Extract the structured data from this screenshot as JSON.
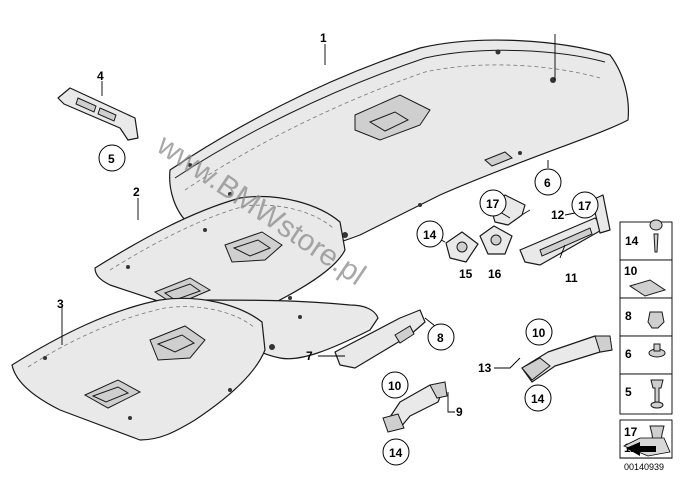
{
  "labels": {
    "l1": "1",
    "l2": "2",
    "l3": "3",
    "l4": "4",
    "l5": "5",
    "l6": "6",
    "l7": "7",
    "l8": "8",
    "l9": "9",
    "l11": "11",
    "l13": "13",
    "l10a": "10",
    "l14a": "14",
    "l10b": "10",
    "l14b": "14",
    "l14c": "14",
    "l15": "15",
    "l16": "16",
    "l17a": "17",
    "l12": "12",
    "l17b": "17"
  },
  "legend": {
    "r14": "14",
    "r10": "10",
    "r8": "8",
    "r6": "6",
    "r5": "5",
    "r17": "17",
    "r12": "12"
  },
  "watermark": "www.BMWstore.pl",
  "diagram_code": "00140939"
}
